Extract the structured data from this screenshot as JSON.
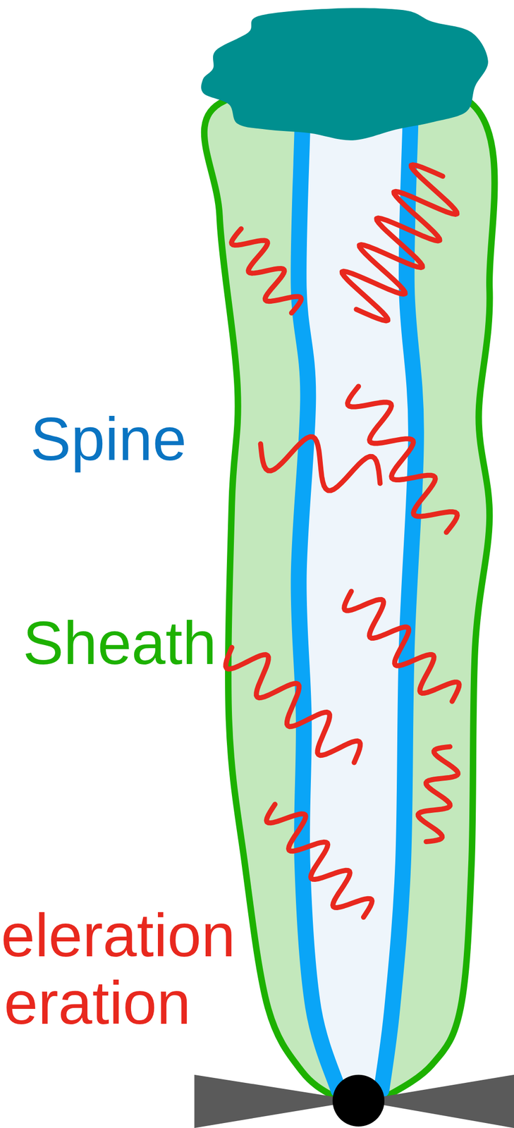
{
  "diagram": {
    "labels": [
      "Spine",
      "Sheath",
      "eleration",
      "eration"
    ]
  }
}
